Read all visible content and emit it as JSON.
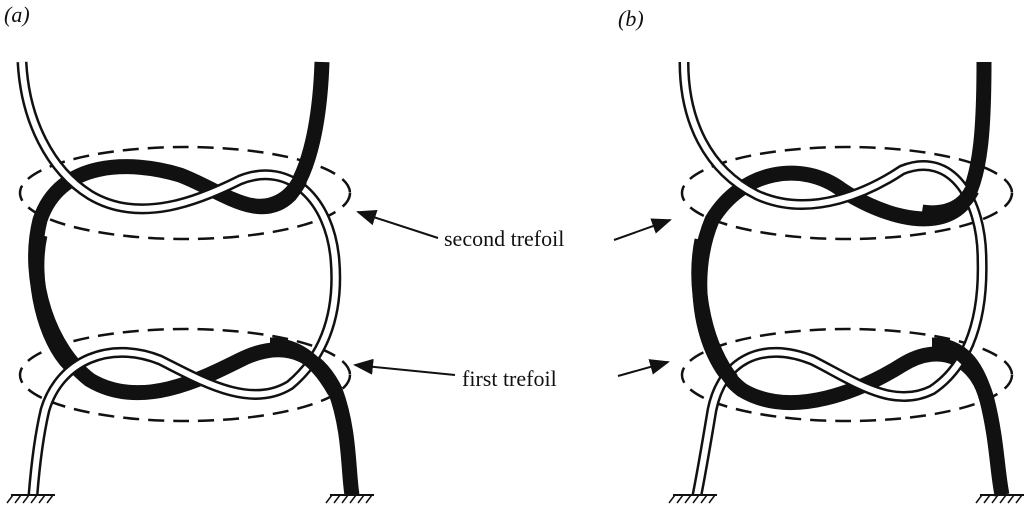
{
  "panels": [
    {
      "label": "(a)"
    },
    {
      "label": "(b)"
    }
  ],
  "annotations": {
    "second": "second trefoil",
    "first": "first trefoil"
  },
  "colors": {
    "ink": "#111111",
    "paper": "#ffffff"
  }
}
